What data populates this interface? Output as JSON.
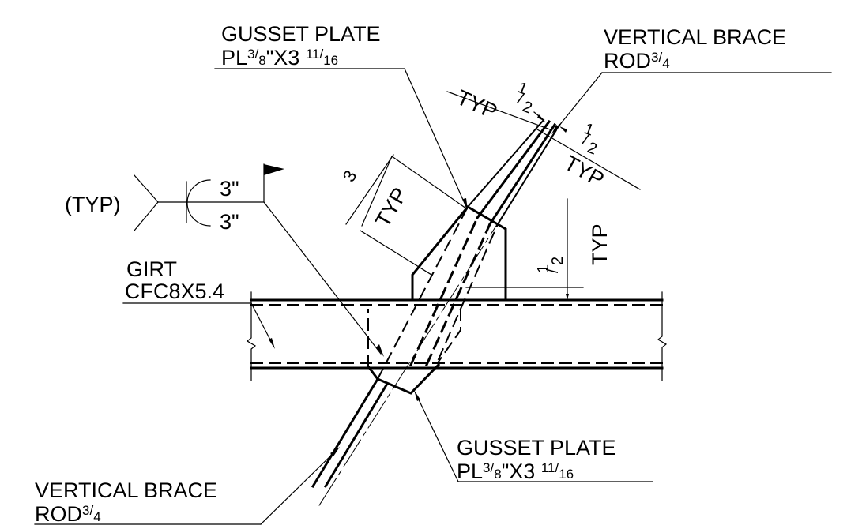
{
  "labels": {
    "gusset_top": {
      "line1": "GUSSET PLATE",
      "line2_pre": "PL",
      "line2_num": "3",
      "line2_den": "8",
      "line2_mid": "\"X3 ",
      "line2_whole_num": "11",
      "line2_whole_den": "16"
    },
    "brace_top": {
      "line1": "VERTICAL BRACE",
      "line2_pre": "ROD",
      "line2_num": "3",
      "line2_den": "4"
    },
    "girt": {
      "line1": "GIRT",
      "line2": "CFC8X5.4"
    },
    "weld": {
      "typ": "(TYP)",
      "size_top": "3\"",
      "size_bottom": "3\""
    },
    "gusset_bottom": {
      "line1": "GUSSET PLATE",
      "line2_pre": "PL",
      "line2_num": "3",
      "line2_den": "8",
      "line2_mid": "\"X3 ",
      "line2_whole_num": "11",
      "line2_whole_den": "16"
    },
    "brace_bottom": {
      "line1": "VERTICAL BRACE",
      "line2_pre": "ROD",
      "line2_num": "3",
      "line2_den": "4"
    }
  },
  "dimensions": {
    "edge_left": {
      "num": "1",
      "den": "2",
      "note": "TYP"
    },
    "edge_right": {
      "num": "1",
      "den": "2",
      "note": "TYP"
    },
    "weld_length": {
      "value": "3",
      "note": "TYP"
    },
    "girt_offset": {
      "num": "1",
      "den": "2",
      "note": "TYP"
    }
  }
}
